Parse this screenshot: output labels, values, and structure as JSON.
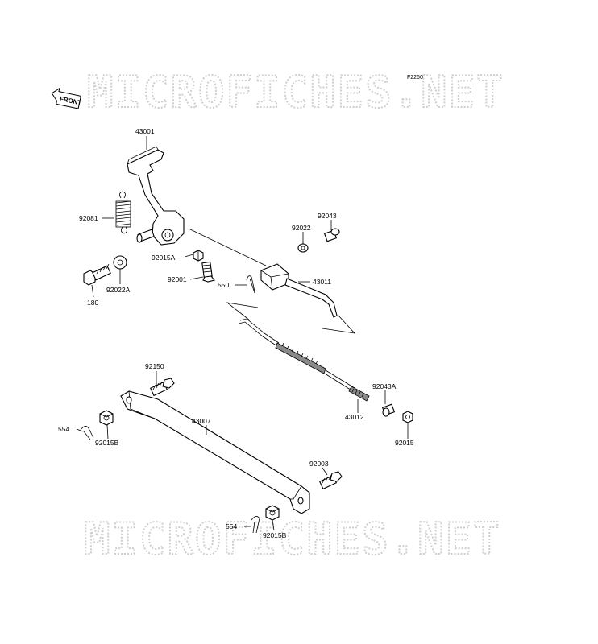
{
  "diagram": {
    "code": "F2260",
    "front_label": "FRONT",
    "watermark_top": "MICROFICHES.NET",
    "watermark_bottom": "MICROFICHES.NET",
    "labels": {
      "p43001": "43001",
      "p92081": "92081",
      "p92015A": "92015A",
      "p92001": "92001",
      "p92022A": "92022A",
      "p180": "180",
      "p92043": "92043",
      "p92022": "92022",
      "p550": "550",
      "p43011": "43011",
      "p92043A": "92043A",
      "p43012": "43012",
      "p92015": "92015",
      "p92150": "92150",
      "p43007": "43007",
      "p554a": "554",
      "p92015Ba": "92015B",
      "p92003": "92003",
      "p554b": "554",
      "p92015Bb": "92015B"
    }
  }
}
